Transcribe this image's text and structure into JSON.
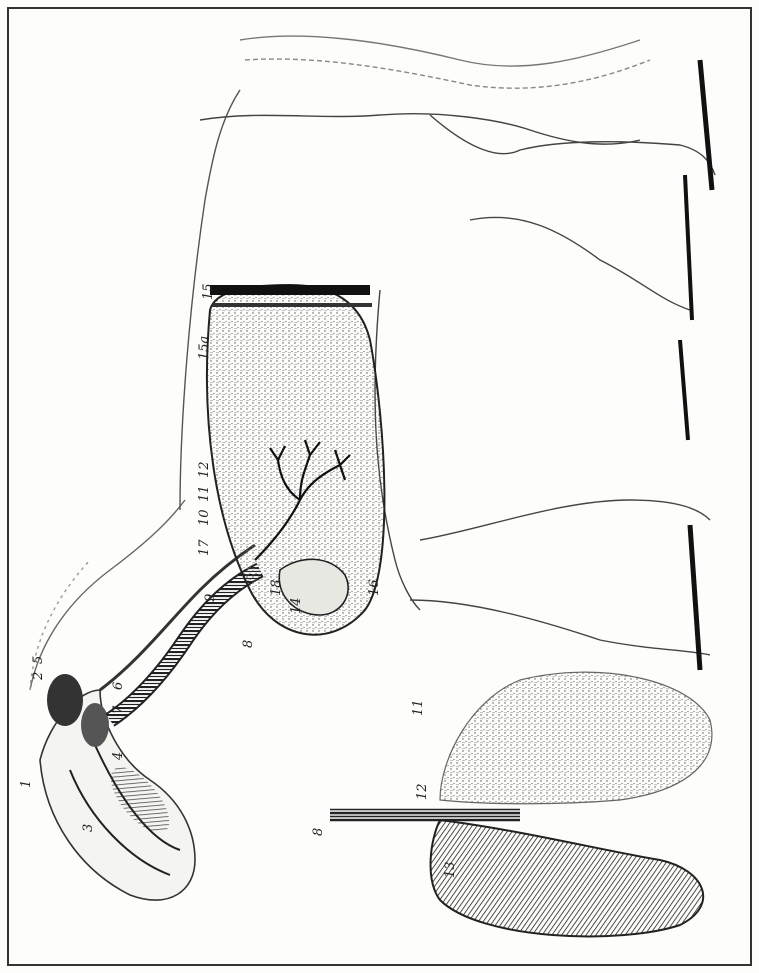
{
  "figure": {
    "labels": [
      {
        "key": "l1",
        "text": "1"
      },
      {
        "key": "l2",
        "text": "2"
      },
      {
        "key": "l5",
        "text": "5"
      },
      {
        "key": "l3",
        "text": "3"
      },
      {
        "key": "l4",
        "text": "4"
      },
      {
        "key": "l6",
        "text": "6"
      },
      {
        "key": "l7",
        "text": "7"
      },
      {
        "key": "l8",
        "text": "8"
      },
      {
        "key": "l9",
        "text": "9"
      },
      {
        "key": "l18",
        "text": "18"
      },
      {
        "key": "l14",
        "text": "14"
      },
      {
        "key": "l17",
        "text": "17"
      },
      {
        "key": "l10",
        "text": "10"
      },
      {
        "key": "l11",
        "text": "11"
      },
      {
        "key": "l12",
        "text": "12"
      },
      {
        "key": "l15a",
        "text": "15a"
      },
      {
        "key": "l15",
        "text": "15"
      },
      {
        "key": "l16",
        "text": "16"
      },
      {
        "key": "i8",
        "text": "8"
      },
      {
        "key": "i12",
        "text": "12"
      },
      {
        "key": "i11",
        "text": "11"
      },
      {
        "key": "i13",
        "text": "13"
      }
    ]
  }
}
